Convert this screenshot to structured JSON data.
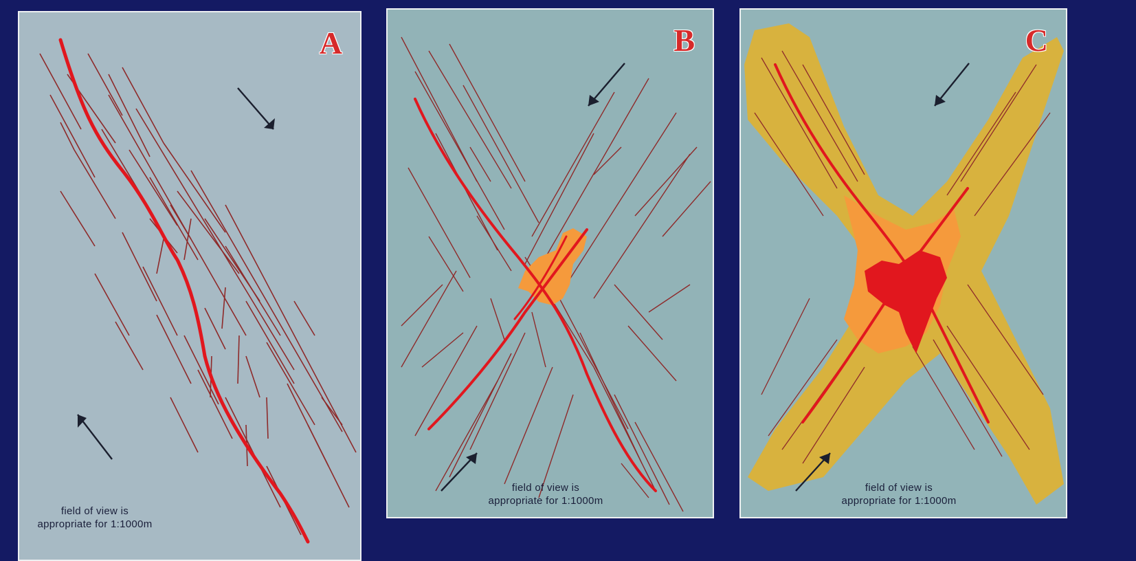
{
  "panels": [
    {
      "letter": "A",
      "caption_line1": "field of view is",
      "caption_line2": "appropriate for 1:1000m"
    },
    {
      "letter": "B",
      "caption_line1": "field of view is",
      "caption_line2": "appropriate for 1:1000m"
    },
    {
      "letter": "C",
      "caption_line1": "field of view is",
      "caption_line2": "appropriate for 1:1000m"
    }
  ],
  "colors": {
    "frame": "#141a63",
    "panel_a_bg": "#a7bac4",
    "panel_b_bg": "#92b3b7",
    "panel_c_bg": "#92b4b8",
    "vein_red": "#e1171e",
    "fracture_dark_red": "#8e2a2a",
    "zone_orange": "#f59a3c",
    "zone_ochre": "#d8b23e"
  },
  "icons": [
    "shear-arrow-icon"
  ]
}
